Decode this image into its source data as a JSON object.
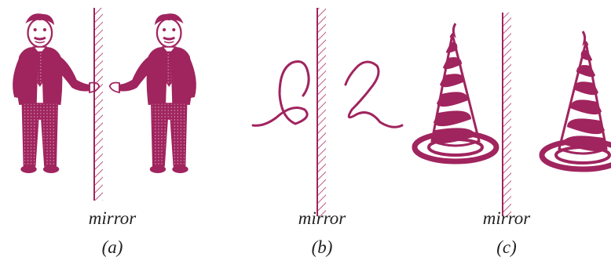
{
  "colors": {
    "ink": "#a0245e",
    "hatch": "#b0306a",
    "text": "#222222"
  },
  "panels": [
    {
      "id": "a",
      "mirror_label": "mirror",
      "panel_label": "(a)",
      "subject": "man-figure"
    },
    {
      "id": "b",
      "mirror_label": "mirror",
      "panel_label": "(b)",
      "subject": "curve"
    },
    {
      "id": "c",
      "mirror_label": "mirror",
      "panel_label": "(c)",
      "subject": "spiral-cone"
    }
  ]
}
